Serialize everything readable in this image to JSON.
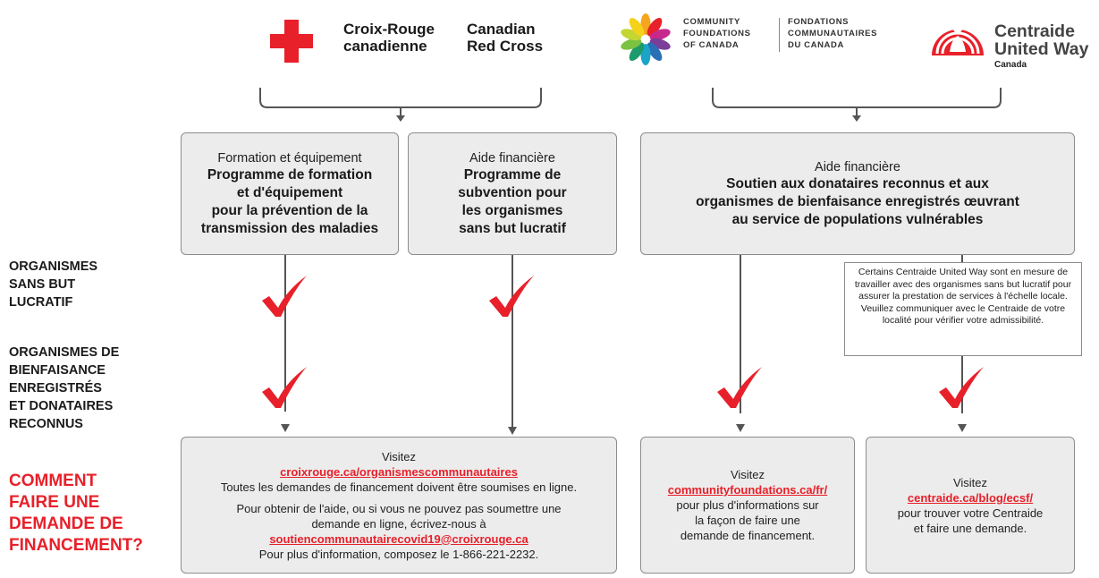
{
  "colors": {
    "red": "#e8202a",
    "box_fill": "#ececec",
    "border": "#8c8c8c",
    "line": "#555555"
  },
  "logos": {
    "red_cross": {
      "icon": "red-cross-icon",
      "fr_line1": "Croix-Rouge",
      "fr_line2": "canadienne",
      "en_line1": "Canadian",
      "en_line2": "Red Cross"
    },
    "community_foundations": {
      "icon": "community-foundations-pinwheel-icon",
      "en_line1": "COMMUNITY",
      "en_line2": "FOUNDATIONS",
      "en_line3": "OF CANADA",
      "fr_line1": "FONDATIONS",
      "fr_line2": "COMMUNAUTAIRES",
      "fr_line3": "DU CANADA"
    },
    "united_way": {
      "icon": "united-way-hand-icon",
      "line1": "Centraide",
      "line2": "United Way",
      "line3": "Canada"
    }
  },
  "programs": [
    {
      "category": "Formation et équipement",
      "title_lines": [
        "Programme de formation",
        "et d'équipement",
        "pour la prévention de la",
        "transmission des maladies"
      ]
    },
    {
      "category": "Aide financière",
      "title_lines": [
        "Programme de",
        "subvention pour",
        "les organismes",
        "sans but lucratif"
      ]
    },
    {
      "category": "Aide financière",
      "title_lines": [
        "Soutien aux donataires reconnus et aux",
        "organismes de bienfaisance enregistrés œuvrant",
        "au service de populations vulnérables"
      ]
    }
  ],
  "row_labels": {
    "nonprofit": [
      "ORGANISMES",
      "SANS BUT",
      "LUCRATIF"
    ],
    "charities": [
      "ORGANISMES DE",
      "BIENFAISANCE",
      "ENREGISTRÉS",
      "ET DONATAIRES",
      "RECONNUS"
    ],
    "how_to": [
      "COMMENT",
      "FAIRE UNE",
      "DEMANDE DE",
      "FINANCEMENT?"
    ]
  },
  "united_way_note": "Certains Centraide United Way sont en mesure de travailler avec des organismes sans but lucratif pour assurer la prestation de services à l'échelle locale. Veuillez communiquer avec le Centraide de votre localité pour vérifier votre admissibilité.",
  "how_to_boxes": {
    "red_cross": {
      "visit": "Visitez",
      "link": "croixrouge.ca/organismescommunautaires",
      "line_online": "Toutes les demandes de financement doivent être soumises en ligne.",
      "help_line1": "Pour obtenir de l'aide, ou si vous ne pouvez pas soumettre une",
      "help_line2": "demande en ligne, écrivez-nous à",
      "email": "soutiencommunautairecovid19@croixrouge.ca",
      "phone": "Pour plus d'information, composez le 1-866-221-2232."
    },
    "community_foundations": {
      "visit": "Visitez",
      "link": "communityfoundations.ca/fr/",
      "lines": [
        "pour plus d'informations sur",
        "la façon de faire une",
        "demande de financement."
      ]
    },
    "united_way": {
      "visit": "Visitez",
      "link": "centraide.ca/blog/ecsf/",
      "lines": [
        "pour trouver votre Centraide",
        "et faire une demande."
      ]
    }
  }
}
